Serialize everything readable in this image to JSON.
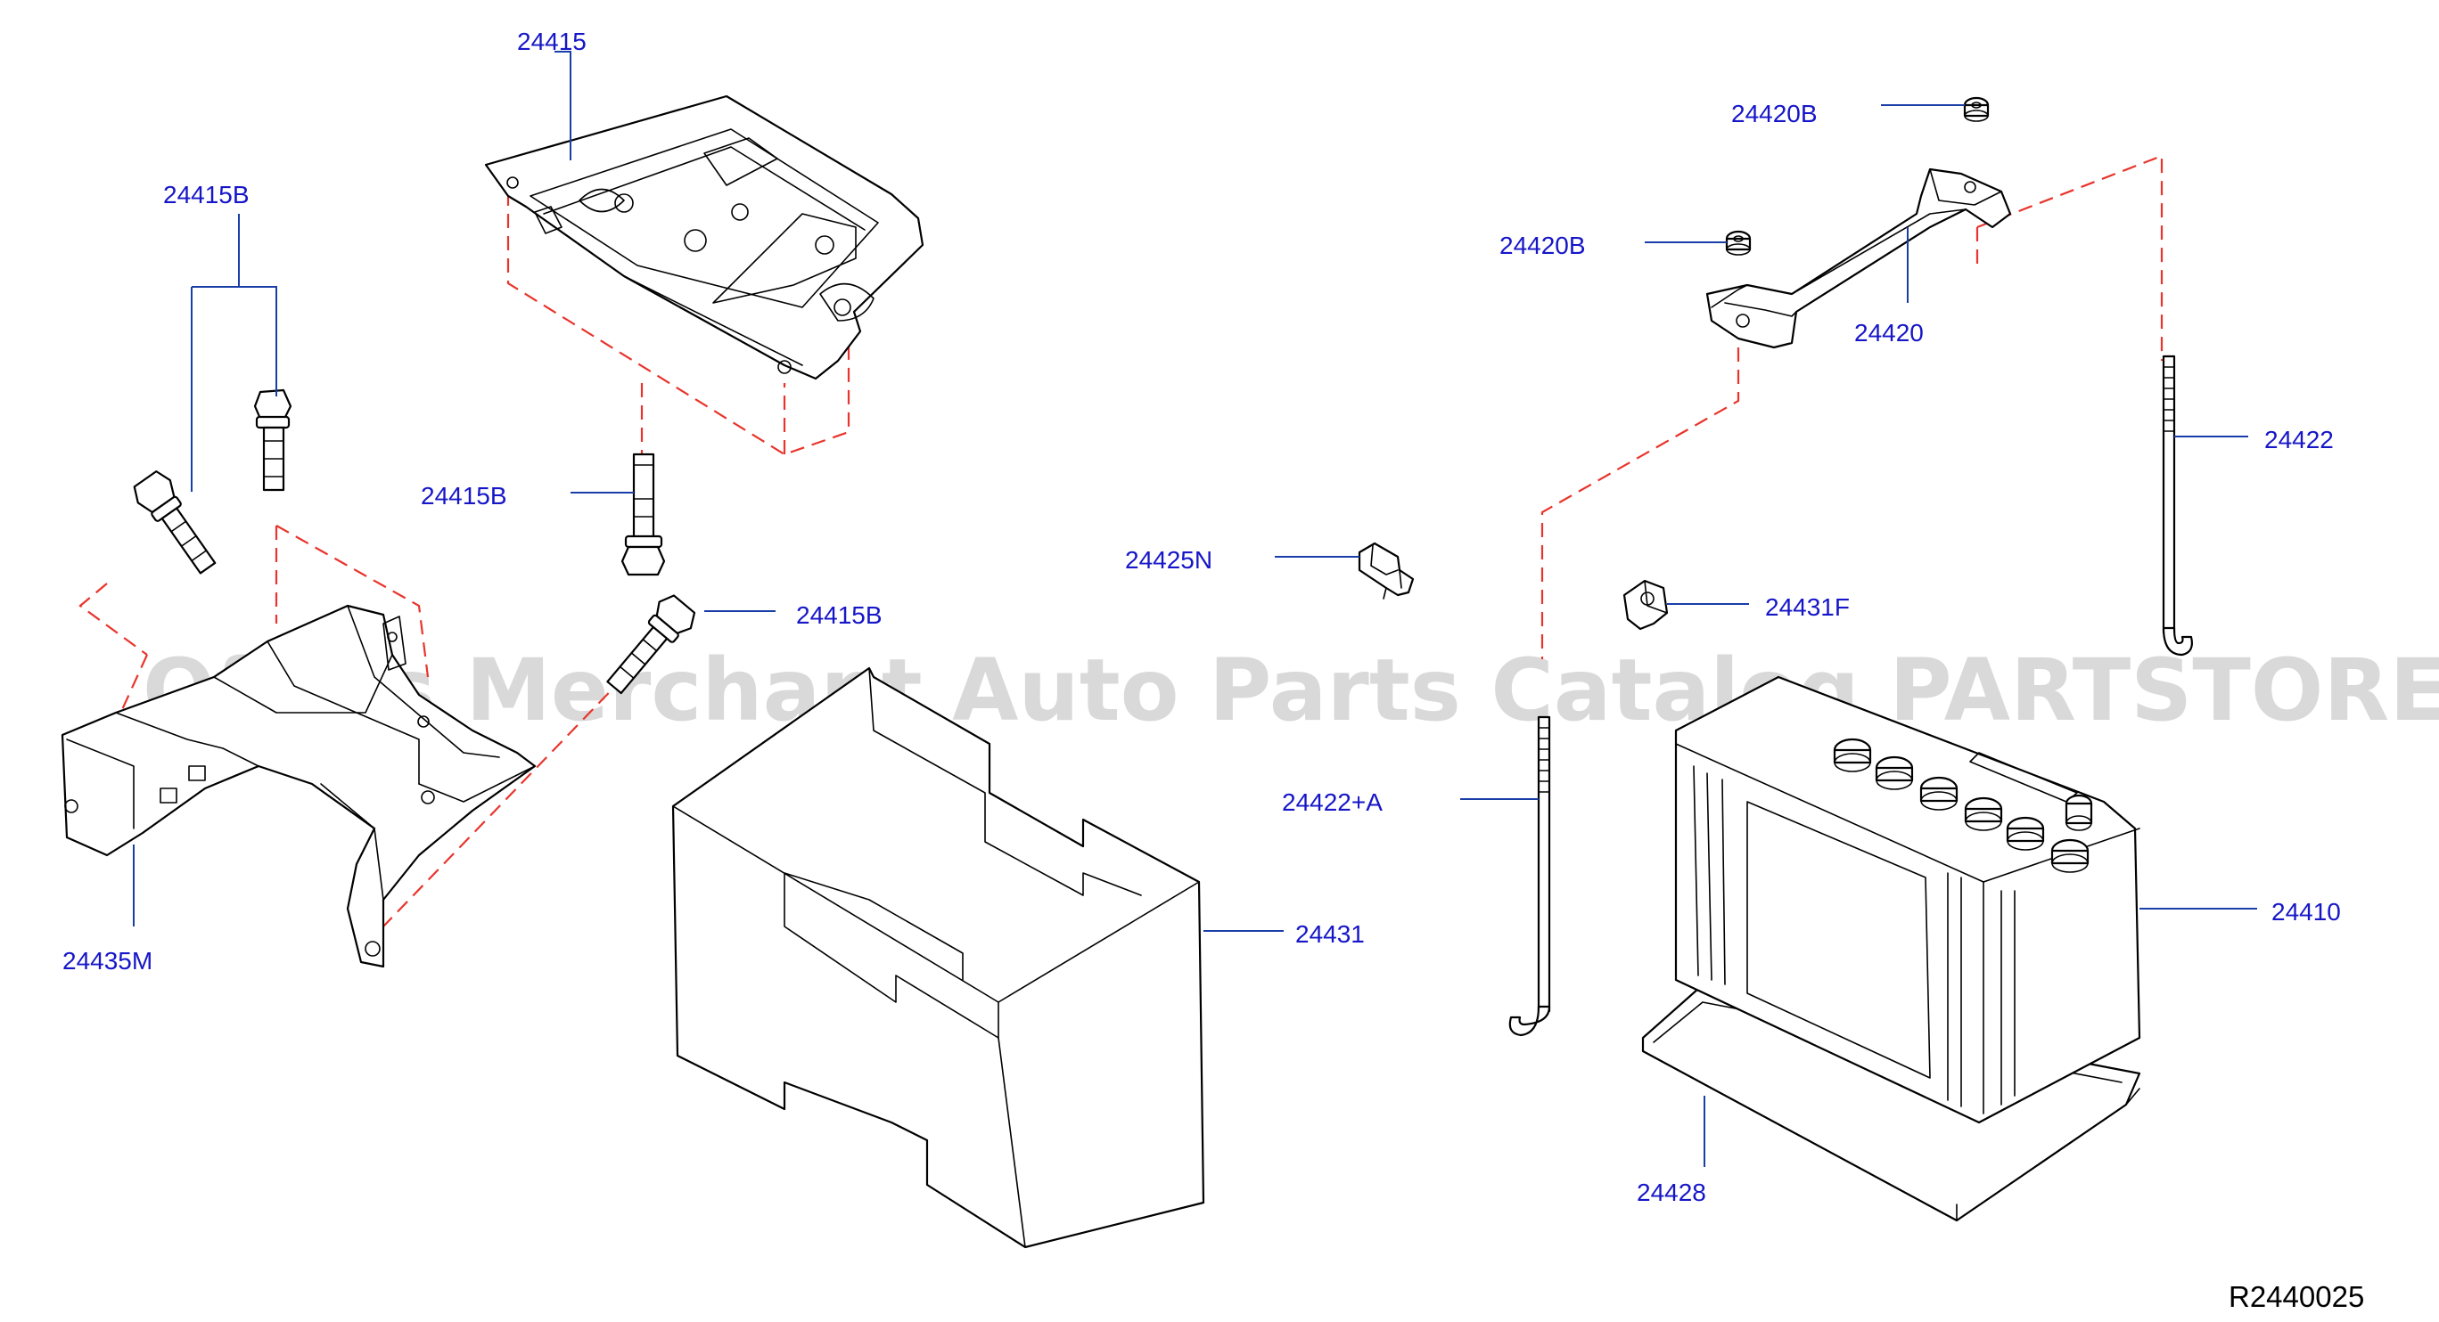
{
  "watermark": "Offers Merchant Auto Parts Catalog PARTSTORE.SA",
  "diagram_id": "R2440025",
  "colors": {
    "label": "#1616c8",
    "leader": "#1a3ea8",
    "dash": "#e8342c",
    "line": "#000000"
  },
  "labels": {
    "tray": "24415",
    "bolt_pair": "24415B",
    "bolt_center": "24415B",
    "bolt_right": "24415B",
    "bracket": "24435M",
    "cover": "24431",
    "clip": "24425N",
    "nut_top": "24420B",
    "nut_left": "24420B",
    "frame": "24420",
    "rod_right": "24422",
    "clip_nut": "24431F",
    "rod_left": "24422+A",
    "battery": "24410",
    "base": "24428"
  }
}
